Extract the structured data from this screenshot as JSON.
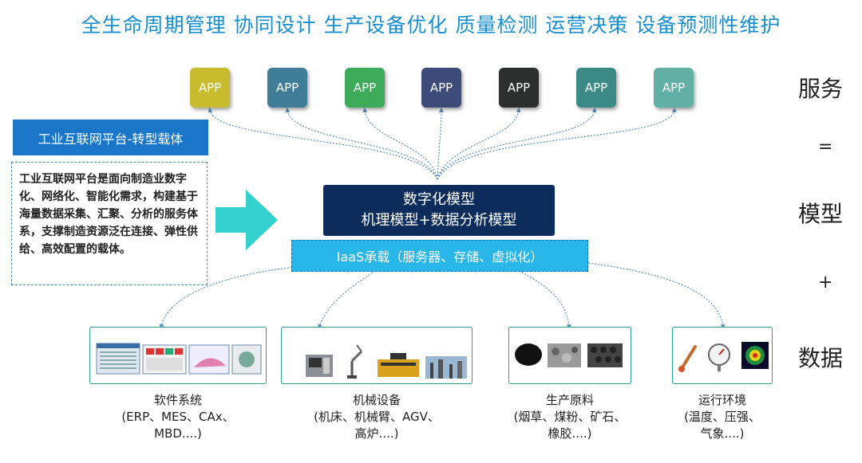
{
  "banner": "全生命周期管理 协同设计 生产设备优化 质量检测 运营决策 设备预测性维护",
  "apps": [
    {
      "label": "APP",
      "color": "#c9bb2e"
    },
    {
      "label": "APP",
      "color": "#3f7d99"
    },
    {
      "label": "APP",
      "color": "#3dab5a"
    },
    {
      "label": "APP",
      "color": "#3d4b7a"
    },
    {
      "label": "APP",
      "color": "#2b2f2e"
    },
    {
      "label": "APP",
      "color": "#3b8a86"
    },
    {
      "label": "APP",
      "color": "#62b0a5"
    }
  ],
  "side": {
    "services": "服务",
    "equals": "=",
    "model": "模型",
    "plus": "+",
    "data": "数据"
  },
  "platform": {
    "title": "工业互联网平台-转型载体",
    "description": "工业互联网平台是面向制造业数字化、网络化、智能化需求，构建基于海量数据采集、汇聚、分析的服务体系，支撑制造资源泛在连接、弹性供给、高效配置的载体。"
  },
  "model": {
    "line1": "数字化模型",
    "line2": "机理模型+数据分析模型"
  },
  "iaas": "IaaS承载（服务器、存储、虚拟化）",
  "resources": [
    {
      "title": "软件系统",
      "detail1": "(ERP、MES、CAx、",
      "detail2": "MBD....)"
    },
    {
      "title": "机械设备",
      "detail1": "(机床、机械臂、AGV、",
      "detail2": "高炉....)"
    },
    {
      "title": "生产原料",
      "detail1": "(烟草、煤粉、矿石、",
      "detail2": "橡胶....)"
    },
    {
      "title": "运行环境",
      "detail1": "(温度、压强、",
      "detail2": "气象....)"
    }
  ]
}
